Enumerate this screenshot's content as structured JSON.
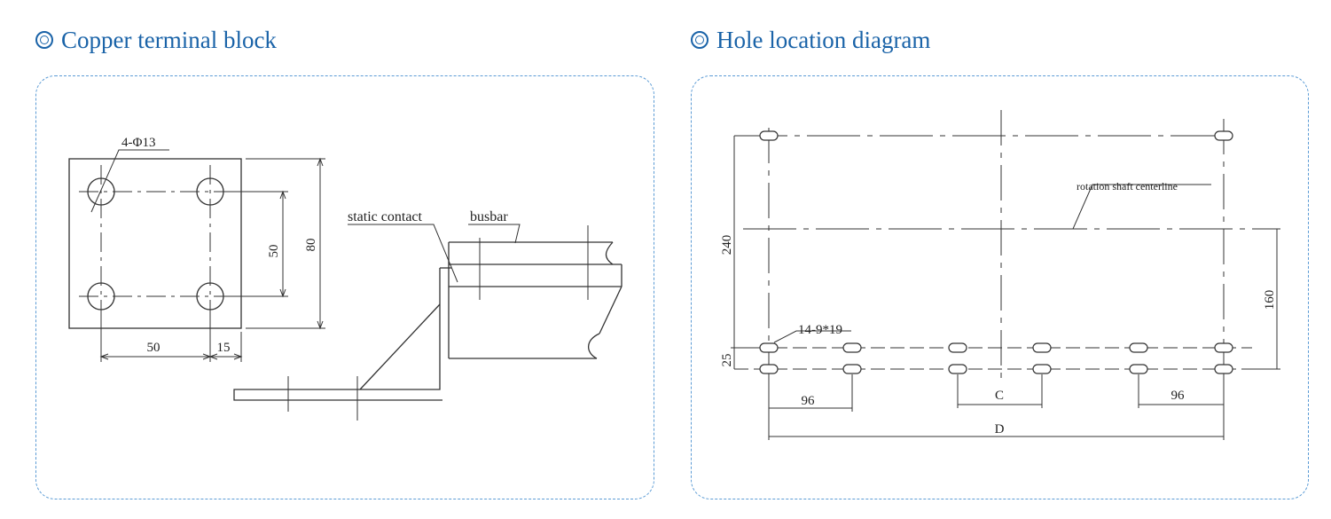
{
  "colors": {
    "title": "#1a63a8",
    "panel_border": "#5b9bd5",
    "drawing": "#333333"
  },
  "left": {
    "title": "Copper terminal block",
    "labels": {
      "hole_spec": "4-Φ13",
      "dim_50_vertical": "50",
      "dim_80": "80",
      "dim_50_horizontal": "50",
      "dim_15": "15",
      "static_contact": "static contact",
      "busbar": "busbar"
    }
  },
  "right": {
    "title": "Hole location diagram",
    "labels": {
      "rotation_shaft": "rotation shaft centerline",
      "dim_240": "240",
      "dim_25": "25",
      "dim_160": "160",
      "hole_spec": "14-9*19",
      "dim_96_left": "96",
      "dim_96_right": "96",
      "dim_c": "C",
      "dim_d": "D"
    }
  }
}
